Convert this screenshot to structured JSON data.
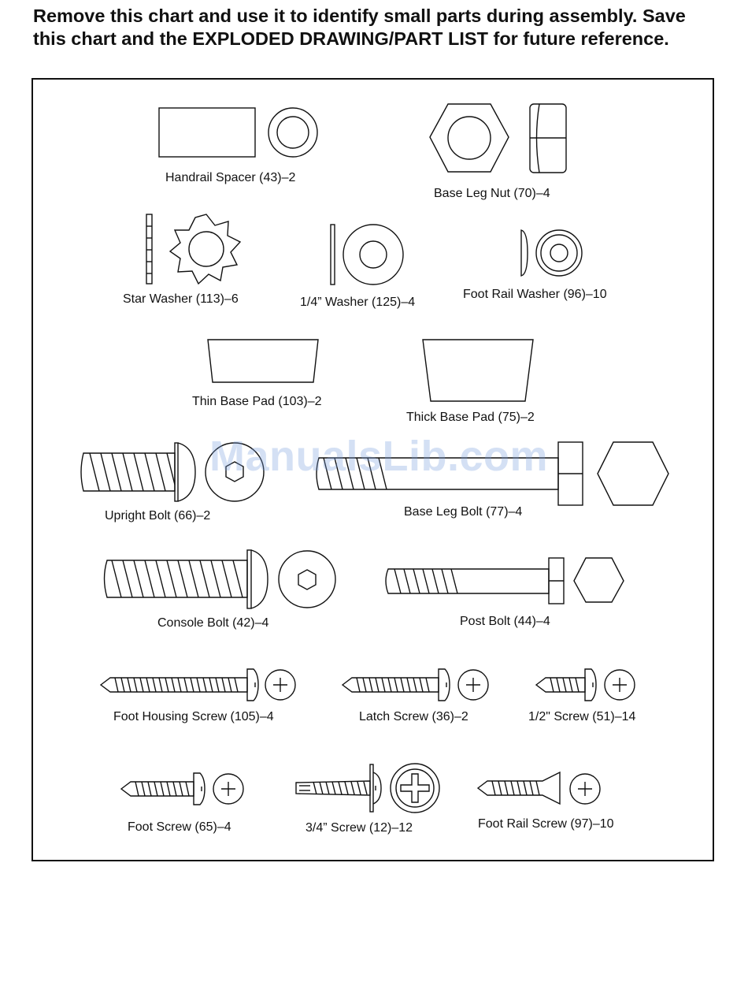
{
  "heading": {
    "line1": "Remove this chart and use it to identify small parts during assembly. Save",
    "line2": "this chart and the EXPLODED DRAWING/PART LIST for future reference."
  },
  "parts": {
    "handrail_spacer": "Handrail Spacer (43)–2",
    "base_leg_nut": "Base Leg Nut (70)–4",
    "star_washer": "Star Washer (113)–6",
    "quarter_washer": "1/4” Washer (125)–4",
    "foot_rail_washer": "Foot Rail Washer (96)–10",
    "thin_base_pad": "Thin Base Pad (103)–2",
    "thick_base_pad": "Thick Base Pad (75)–2",
    "upright_bolt": "Upright Bolt (66)–2",
    "base_leg_bolt": "Base Leg Bolt (77)–4",
    "console_bolt": "Console Bolt (42)–4",
    "post_bolt": "Post Bolt (44)–4",
    "foot_housing_screw": "Foot Housing Screw (105)–4",
    "latch_screw": "Latch Screw (36)–2",
    "half_inch_screw": "1/2\" Screw (51)–14",
    "foot_screw": "Foot Screw (65)–4",
    "three_quarter_screw": "3/4” Screw (12)–12",
    "foot_rail_screw": "Foot Rail Screw (97)–10"
  },
  "watermark": "ManualsLib.com"
}
